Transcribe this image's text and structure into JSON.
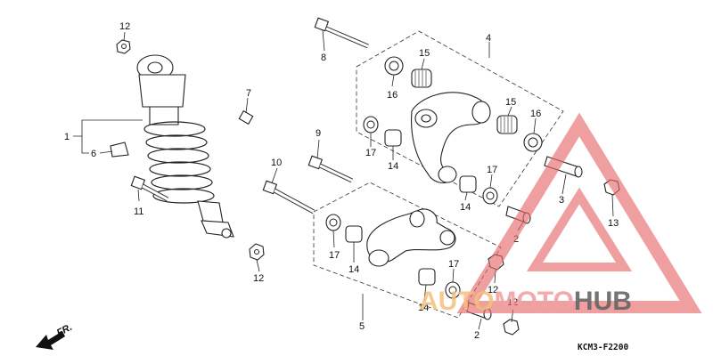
{
  "diagram": {
    "code": "KCM3-F2200",
    "direction_label": "FR.",
    "callouts": {
      "c1": "1",
      "c2a": "2",
      "c2b": "2",
      "c3": "3",
      "c4": "4",
      "c5": "5",
      "c6": "6",
      "c7": "7",
      "c8": "8",
      "c9": "9",
      "c10": "10",
      "c11": "11",
      "c12a": "12",
      "c12b": "12",
      "c12c": "12",
      "c12d": "12",
      "c13": "13",
      "c14a": "14",
      "c14b": "14",
      "c14c": "14",
      "c14d": "14",
      "c15a": "15",
      "c15b": "15",
      "c16a": "16",
      "c16b": "16",
      "c17a": "17",
      "c17b": "17",
      "c17c": "17",
      "c17d": "17"
    }
  },
  "watermark": {
    "part_a": "AUTO",
    "part_b": "MOTO",
    "part_c": "HUB",
    "accent_color": "#e56a6a",
    "orange_color": "#f3b066"
  }
}
